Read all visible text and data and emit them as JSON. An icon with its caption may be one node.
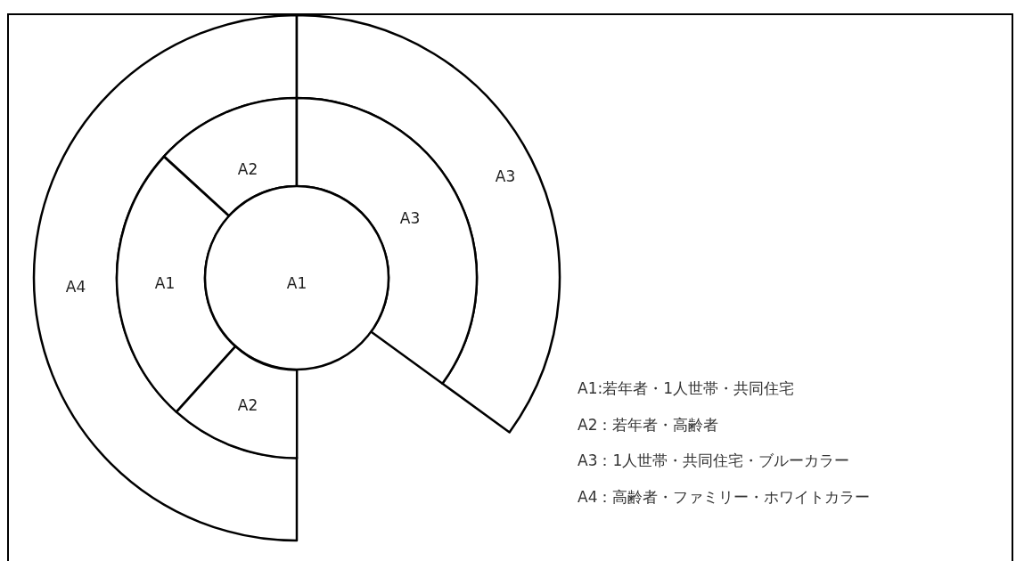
{
  "diagram": {
    "nodes": [
      {
        "text": [
          "A4"
        ]
      },
      {
        "text": [
          "A2"
        ]
      },
      {
        "text": [
          "A3"
        ]
      },
      {
        "text": [
          "A3"
        ]
      },
      {
        "text": [
          "A1"
        ]
      },
      {
        "text": [
          "A1"
        ]
      },
      {
        "text": [
          "A2"
        ]
      }
    ],
    "labels": [
      "A1:若年者・1人世帯・共同住宅",
      "A2：若年者・高齢者",
      "A3：1人世帯・共同住宅・ブルーカラー",
      "A4：高齢者・ファミリー・ホワイトカラー"
    ]
  }
}
